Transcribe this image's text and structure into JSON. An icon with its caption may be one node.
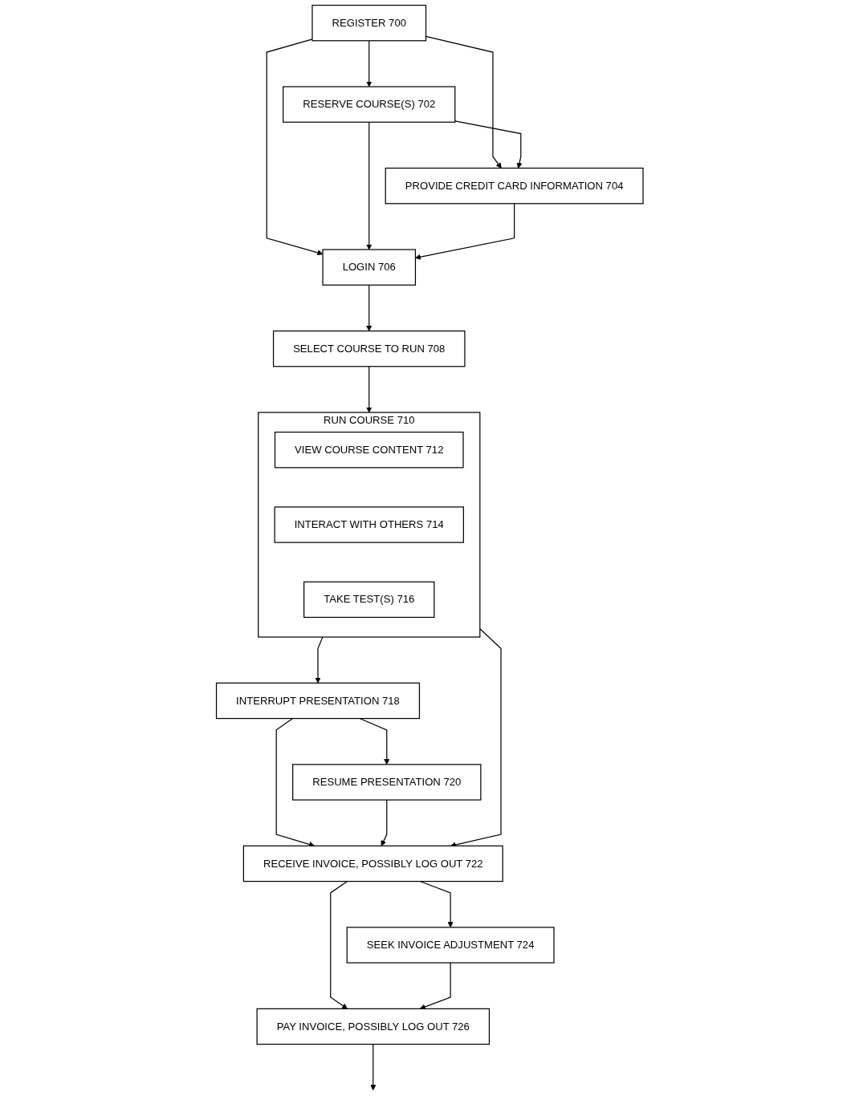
{
  "diagram": {
    "nodes": [
      {
        "text": [
          "REGISTER 700"
        ]
      },
      {
        "text": [
          "RESERVE COURSE(S) 702"
        ]
      },
      {
        "text": [
          "PROVIDE CREDIT CARD INFORMATION 704"
        ]
      },
      {
        "text": [
          "LOGIN 706"
        ]
      },
      {
        "text": [
          "SELECT COURSE TO RUN 708"
        ]
      },
      {
        "text": [
          "RUN COURSE 710"
        ]
      },
      {
        "text": [
          "VIEW COURSE CONTENT 712"
        ],
        "in": 5
      },
      {
        "text": [
          "INTERACT WITH OTHERS 714"
        ],
        "in": 5
      },
      {
        "text": [
          "TAKE TEST(S) 716"
        ],
        "in": 5
      },
      {
        "text": [
          "INTERRUPT PRESENTATION 718"
        ]
      },
      {
        "text": [
          "RESUME PRESENTATION 720"
        ]
      },
      {
        "text": [
          "RECEIVE INVOICE, POSSIBLY LOG OUT 722"
        ]
      },
      {
        "text": [
          "SEEK INVOICE ADJUSTMENT 724"
        ]
      },
      {
        "text": [
          "PAY INVOICE, POSSIBLY LOG OUT 726"
        ]
      }
    ],
    "edges": [
      {
        "from": 0,
        "to": 1,
        "arrow": "to"
      },
      {
        "from": 0,
        "to": 2,
        "arrow": "to"
      },
      {
        "from": 0,
        "to": 3,
        "arrow": "to"
      },
      {
        "from": 1,
        "to": 2,
        "arrow": "to"
      },
      {
        "from": 1,
        "to": 3,
        "arrow": "to"
      },
      {
        "from": 2,
        "to": 3,
        "arrow": "to"
      },
      {
        "from": 3,
        "to": 4,
        "arrow": "to"
      },
      {
        "from": 4,
        "to": 5,
        "arrow": "to"
      },
      {
        "from": 5,
        "to": 9,
        "arrow": "to"
      },
      {
        "from": 5,
        "to": 11,
        "arrow": "to"
      },
      {
        "from": 9,
        "to": 10,
        "arrow": "to"
      },
      {
        "from": 9,
        "to": 11,
        "arrow": "to"
      },
      {
        "from": 10,
        "to": 11,
        "arrow": "to"
      },
      {
        "from": 11,
        "to": 12,
        "arrow": "to"
      },
      {
        "from": 11,
        "to": 13,
        "arrow": "to"
      },
      {
        "from": 12,
        "to": 13,
        "arrow": "to"
      },
      {
        "from": 13,
        "to": null,
        "arrow": "to"
      }
    ]
  }
}
